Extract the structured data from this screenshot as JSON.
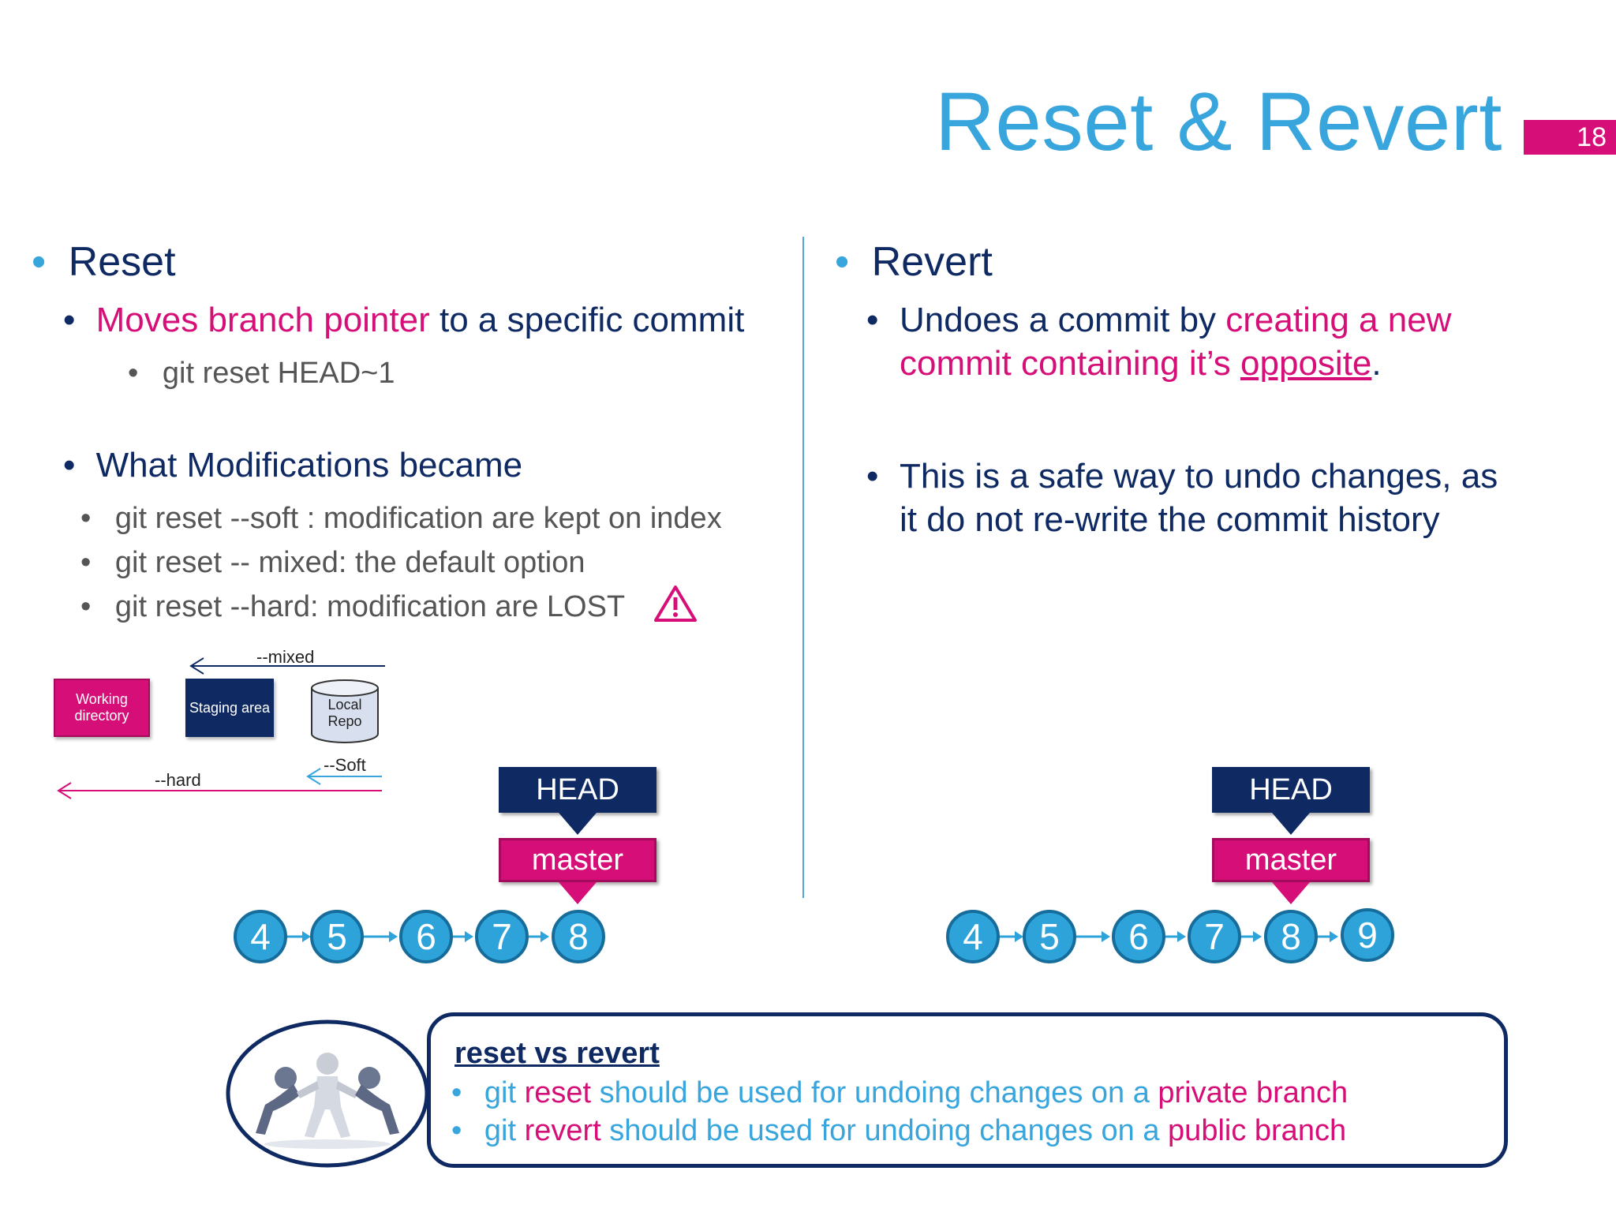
{
  "slide": {
    "title": "Reset & Revert",
    "page_number": "18"
  },
  "left": {
    "heading": "Reset",
    "bullet1": {
      "highlight": "Moves branch pointer",
      "rest": " to a specific commit"
    },
    "command": "git reset  HEAD~1",
    "bullet2": "What Modifications became",
    "modes": [
      "git reset --soft : modification are kept on index",
      "git reset -- mixed: the default option",
      "git reset --hard: modification are LOST"
    ],
    "diagram": {
      "mixed_label": "--mixed",
      "soft_label": "--Soft",
      "hard_label": "--hard",
      "working_directory": "Working directory",
      "staging_area": "Staging area",
      "local_repo": "Local Repo"
    },
    "head_label": "HEAD",
    "master_label": "master",
    "commits": [
      "4",
      "5",
      "6",
      "7",
      "8"
    ]
  },
  "right": {
    "heading": "Revert",
    "bullet1": {
      "lead": "Undoes a commit by ",
      "highlight1": "creating a new commit containing it’s ",
      "highlight2": "opposite",
      "end": "."
    },
    "bullet2": "This is a safe way to undo changes, as it do not re-write the commit history",
    "head_label": "HEAD",
    "master_label": "master",
    "commits": [
      "4",
      "5",
      "6",
      "7",
      "8",
      "9"
    ]
  },
  "summary": {
    "title": "reset vs revert",
    "line1": {
      "a": "git ",
      "b": "reset",
      "c": " should be used for undoing changes on a ",
      "d": "private branch"
    },
    "line2": {
      "a": "git ",
      "b": "revert",
      "c": " should be used for undoing changes on a ",
      "d": "public branch"
    }
  },
  "icons": {
    "warning": "warning-triangle-icon",
    "bullet": "bullet-dot-icon",
    "illustration": "tug-of-war-figures-image"
  },
  "colors": {
    "title_blue": "#38a6dc",
    "navy": "#0f2a63",
    "magenta": "#d60f78",
    "commit_blue": "#2ea3d9"
  }
}
